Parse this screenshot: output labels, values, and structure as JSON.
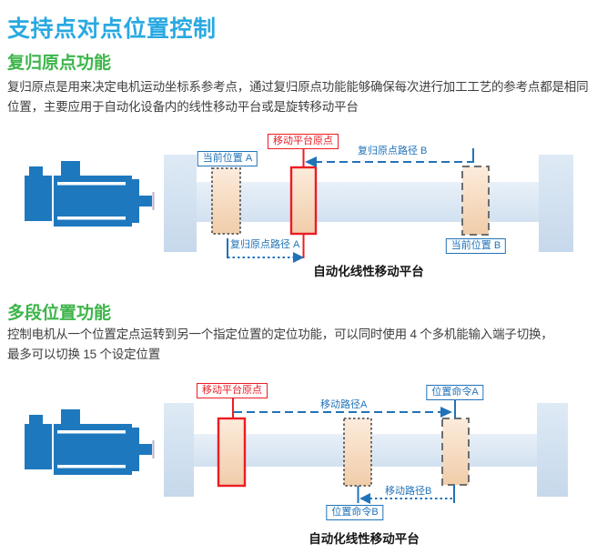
{
  "header": {
    "title": "支持点对点位置控制"
  },
  "colors": {
    "title_blue": "#29A9E1",
    "heading_green": "#3DB54A",
    "accent_blue": "#2173B8",
    "accent_red": "#EC1C24",
    "motor_blue": "#1E78BE",
    "platform_peach": "#F0CDA9",
    "rail_blue": "#D3E2F1"
  },
  "section1": {
    "heading": "复归原点功能",
    "body": "复归原点是用来决定电机运动坐标系参考点，通过复归原点功能能够确保每次进行加工工艺的参考点都是相同\n位置，主要应用于自动化设备内的线性移动平台或是旋转移动平台",
    "diagram": {
      "origin_label": "移动平台原点",
      "current_a_label": "当前位置 A",
      "current_b_label": "当前位置 B",
      "path_a_label": "复归原点路径 A",
      "path_b_label": "复归原点路径 B",
      "caption": "自动化线性移动平台"
    }
  },
  "section2": {
    "heading": "多段位置功能",
    "body": "控制电机从一个位置定点运转到另一个指定位置的定位功能，可以同时使用 4 个多机能输入端子切换，\n最多可以切换 15 个设定位置",
    "diagram": {
      "origin_label": "移动平台原点",
      "cmd_a_label": "位置命令A",
      "cmd_b_label": "位置命令B",
      "path_a_label": "移动路径A",
      "path_b_label": "移动路径B",
      "caption": "自动化线性移动平台"
    }
  }
}
